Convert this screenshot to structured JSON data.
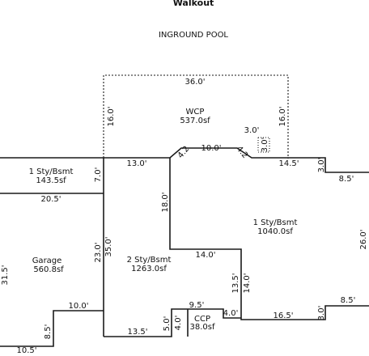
{
  "header": {
    "title": "Walkout",
    "subtitle": "INGROUND POOL"
  },
  "areas": {
    "wcp": {
      "name": "WCP",
      "size": "537.0sf"
    },
    "one_sty_left": {
      "name": "1 Sty/Bsmt",
      "size": "143.5sf"
    },
    "garage": {
      "name": "Garage",
      "size": "560.8sf"
    },
    "two_sty": {
      "name": "2 Sty/Bsmt",
      "size": "1263.0sf"
    },
    "one_sty_right": {
      "name": "1 Sty/Bsmt",
      "size": "1040.0sf"
    },
    "ccp": {
      "name": "CCP",
      "size": "38.0sf"
    }
  },
  "dimensions": {
    "wcp_top": "36.0'",
    "wcp_left": "16.0'",
    "wcp_right": "16.0'",
    "notch_w": "3.0'",
    "notch_h": "3.0'",
    "d_13_0": "13.0'",
    "d_4_2_left": "4.2",
    "d_10_0_top": "10.0'",
    "d_4_2_right": "4.2",
    "d_14_5": "14.5'",
    "d_3_0_r1": "3.0'",
    "d_8_5_r1": "8.5'",
    "d_7_0": "7.0'",
    "d_20_5": "20.5'",
    "d_18_0": "18.0'",
    "d_35_0": "35.0'",
    "d_23_0": "23.0'",
    "d_31_5": "31.5'",
    "d_14_0_h": "14.0'",
    "d_13_5_v": "13.5'",
    "d_14_0_v": "14.0'",
    "d_26_0": "26.0'",
    "d_10_0_bottom": "10.0'",
    "d_8_5_left": "8.5'",
    "d_10_5": "10.5'",
    "d_13_5_bottom": "13.5'",
    "d_5_0": "5.0'",
    "d_4_0_ccp": "4.0'",
    "d_9_5": "9.5'",
    "d_4_0": "4.0'",
    "d_16_5": "16.5'",
    "d_3_0_r2": "3.0'",
    "d_8_5_r2": "8.5'"
  }
}
